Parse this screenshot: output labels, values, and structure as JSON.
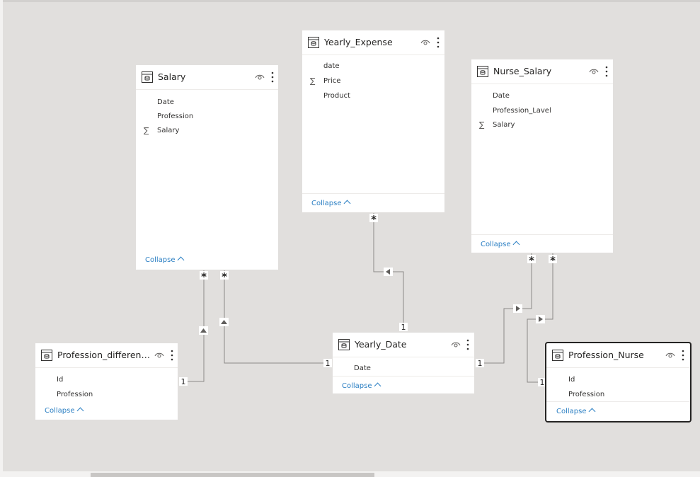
{
  "tables": {
    "salary": {
      "title": "Salary",
      "fields": [
        {
          "name": "Date",
          "sum": false
        },
        {
          "name": "Profession",
          "sum": false
        },
        {
          "name": "Salary",
          "sum": true
        }
      ],
      "collapse_label": "Collapse"
    },
    "yearly_expense": {
      "title": "Yearly_Expense",
      "fields": [
        {
          "name": "date",
          "sum": false
        },
        {
          "name": "Price",
          "sum": true
        },
        {
          "name": "Product",
          "sum": false
        }
      ],
      "collapse_label": "Collapse"
    },
    "nurse_salary": {
      "title": "Nurse_Salary",
      "fields": [
        {
          "name": "Date",
          "sum": false
        },
        {
          "name": "Profession_Lavel",
          "sum": false
        },
        {
          "name": "Salary",
          "sum": true
        }
      ],
      "collapse_label": "Collapse"
    },
    "profession_different": {
      "title": "Profession_different_t...",
      "fields": [
        {
          "name": "Id",
          "sum": false
        },
        {
          "name": "Profession",
          "sum": false
        }
      ],
      "collapse_label": "Collapse"
    },
    "yearly_date": {
      "title": "Yearly_Date",
      "fields": [
        {
          "name": "Date",
          "sum": false
        }
      ],
      "collapse_label": "Collapse"
    },
    "profession_nurse": {
      "title": "Profession_Nurse",
      "fields": [
        {
          "name": "Id",
          "sum": false
        },
        {
          "name": "Profession",
          "sum": false
        }
      ],
      "collapse_label": "Collapse",
      "selected": true
    }
  },
  "symbols": {
    "sum": "∑",
    "many": "*",
    "one": "1"
  },
  "icons": {
    "table": "table-icon",
    "visibility": "eye-icon",
    "more": "more-options-icon",
    "collapse": "chevron-up-icon",
    "cross_filter": "cross-filter-arrow-icon"
  },
  "colors": {
    "canvas": "#e1dfdd",
    "card": "#ffffff",
    "link": "#2b7fc3",
    "line": "#8a8886",
    "selected_border": "#252423"
  }
}
